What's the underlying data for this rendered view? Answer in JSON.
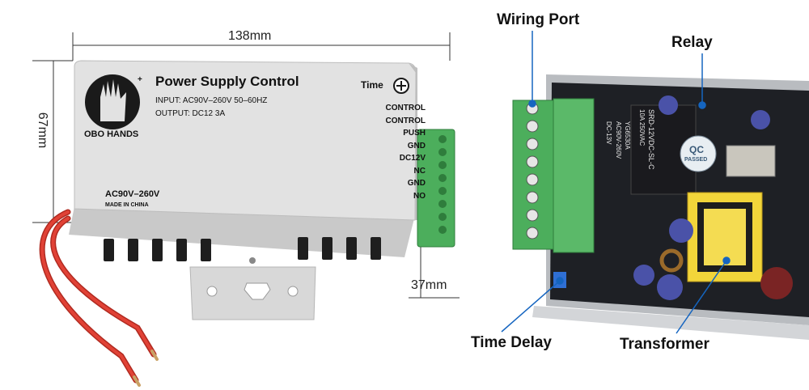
{
  "dimensions": {
    "width": "138mm",
    "height": "67mm",
    "depth": "37mm"
  },
  "device": {
    "brand": "OBO HANDS",
    "title": "Power Supply Control",
    "input": "INPUT: AC90V–260V 50–60HZ",
    "output": "OUTPUT: DC12 3A",
    "ac_rating": "AC90V–260V",
    "made_in": "MADE IN CHINA",
    "time_label": "Time",
    "terminals": [
      "CONTROL",
      "CONTROL",
      "PUSH",
      "GND",
      "DC12V",
      "NC",
      "GND",
      "NO"
    ]
  },
  "board": {
    "relay_text": "SRD-12VDC-SL-C",
    "relay_rating": "10A 250VAC",
    "qc_text": "QC",
    "passed_text": "PASSED",
    "model_text": "YG6530A",
    "voltage_text": "AC90V-260V",
    "dc_text": "DC-13V"
  },
  "callouts": {
    "wiring_port": "Wiring Port",
    "relay": "Relay",
    "time_delay": "Time Delay",
    "transformer": "Transformer"
  },
  "colors": {
    "accent_line": "#1565c0",
    "terminal_green": "#4cae5c",
    "housing": "#dcdcdc",
    "pcb": "#1e2025",
    "wire_red": "#d83228"
  }
}
